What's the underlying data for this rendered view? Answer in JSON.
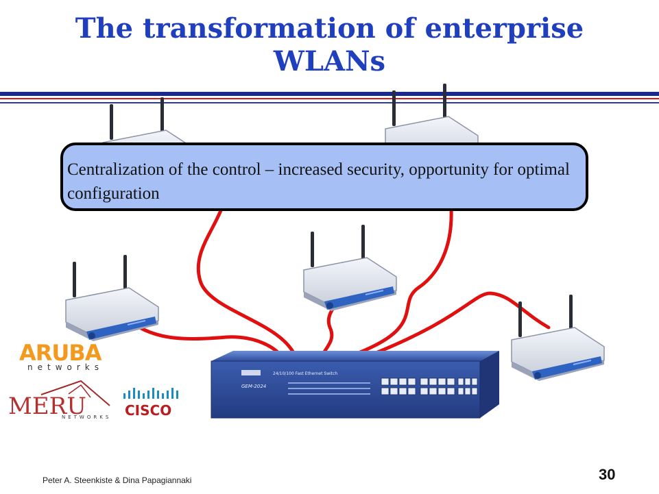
{
  "slide": {
    "title_line1": "The transformation of enterprise",
    "title_line2": "WLANs",
    "callout_text": "Centralization of the control – increased security, opportunity for optimal configuration",
    "footer_credit": "Peter A. Steenkiste & Dina Papagiannaki",
    "page_number": "30"
  },
  "switch": {
    "model": "GEM-2024",
    "caption": "24/10/100 Fast Ethernet Switch"
  },
  "logos": {
    "aruba": {
      "name": "ARUBA",
      "sub": "networks"
    },
    "meru": {
      "name": "MERU",
      "sub": "NETWORKS"
    },
    "cisco": {
      "name": "CISCO"
    }
  },
  "colors": {
    "title": "#1f3fbf",
    "cable": "#e01010",
    "callout_fill": "#a6bff5",
    "switch_body": "#3a5fb0"
  }
}
